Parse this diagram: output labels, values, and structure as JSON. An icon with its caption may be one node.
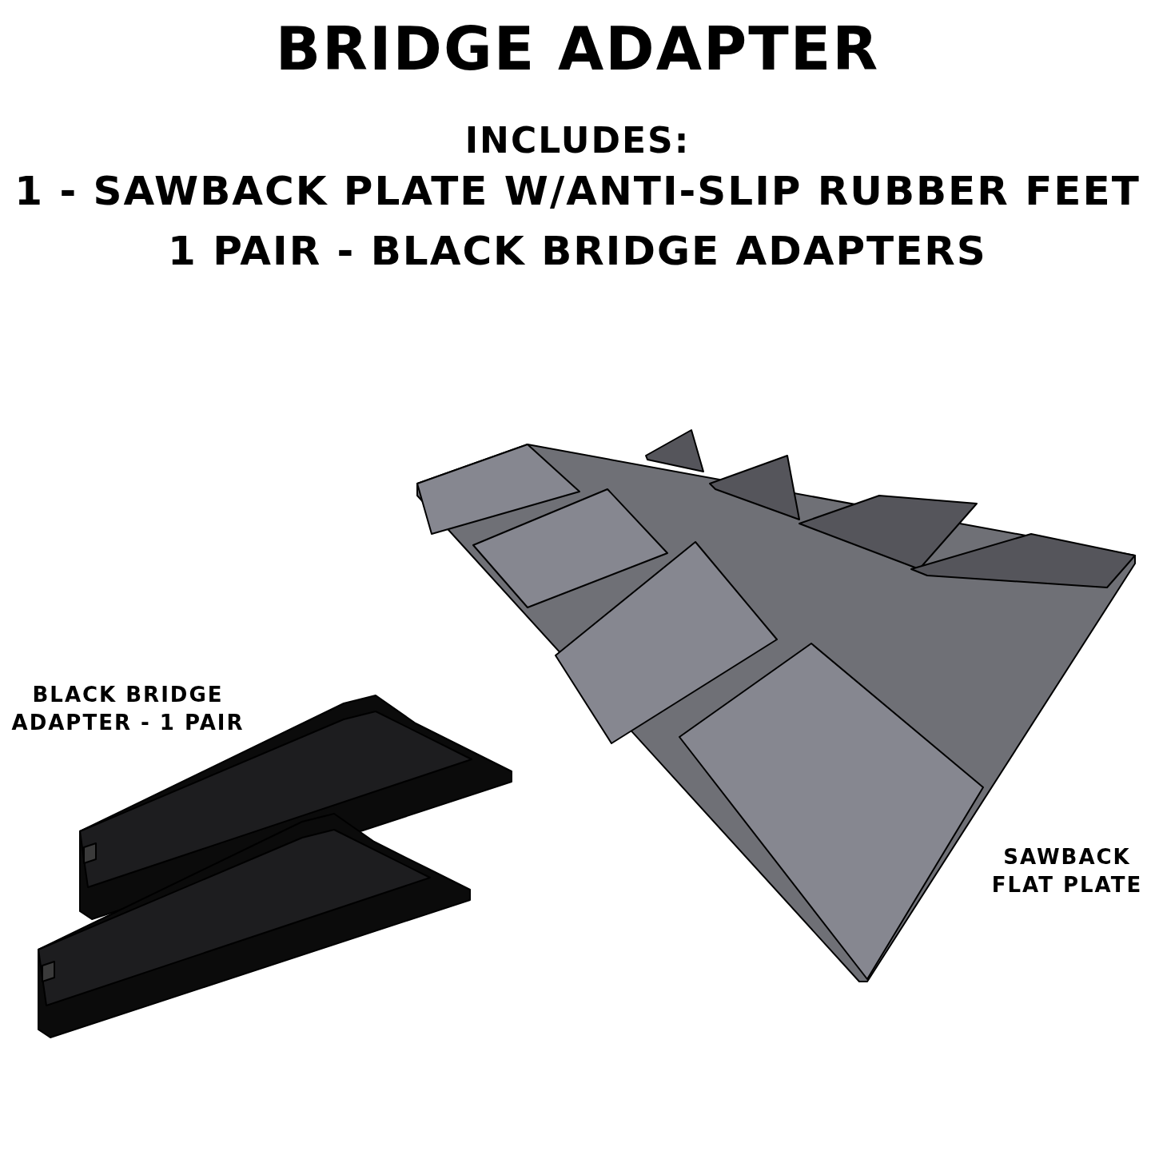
{
  "diagram": {
    "title": "BRIDGE ADAPTER",
    "labels": [
      "INCLUDES:",
      "1 - SAWBACK PLATE W/ANTI-SLIP RUBBER FEET",
      "1 PAIR - BLACK BRIDGE ADAPTERS",
      "BLACK BRIDGE ADAPTER - 1 PAIR",
      "SAWBACK FLAT PLATE"
    ]
  }
}
